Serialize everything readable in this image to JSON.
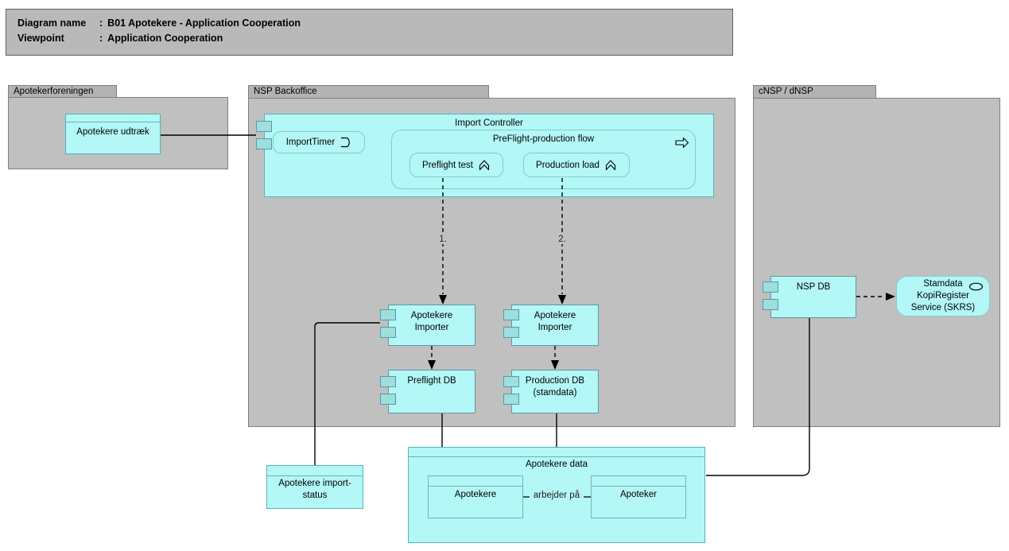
{
  "header": {
    "rows": [
      {
        "label": "Diagram name",
        "colon": ":",
        "value": "B01 Apotekere - Application Cooperation"
      },
      {
        "label": "Viewpoint",
        "colon": ":",
        "value": "Application Cooperation"
      }
    ]
  },
  "groups": {
    "apotekerforeningen": {
      "title": "Apotekerforeningen"
    },
    "nsp_backoffice": {
      "title": "NSP Backoffice"
    },
    "cnsp": {
      "title": "cNSP / dNSP"
    }
  },
  "nodes": {
    "apotekere_udtraek": {
      "label": "Apotekere udtræk"
    },
    "import_controller": {
      "label": "Import Controller"
    },
    "import_timer": {
      "label": "ImportTimer",
      "icon": "event-icon"
    },
    "preflight_flow": {
      "label": "PreFlight-production flow",
      "icon": "process-arrow-icon"
    },
    "preflight_test": {
      "label": "Preflight test",
      "icon": "function-chevron-icon"
    },
    "production_load": {
      "label": "Production load",
      "icon": "function-chevron-icon"
    },
    "apotekere_importer_1": {
      "label": "Apotekere\nImporter"
    },
    "apotekere_importer_2": {
      "label": "Apotekere\nImporter"
    },
    "preflight_db": {
      "label": "Preflight DB"
    },
    "production_db": {
      "label": "Production DB\n(stamdata)"
    },
    "nsp_db": {
      "label": "NSP DB"
    },
    "skrs_service": {
      "label": "Stamdata\nKopiRegister\nService (SKRS)",
      "icon": "service-ellipse-icon"
    },
    "apotekere_data": {
      "label": "Apotekere data"
    },
    "apotekere_object": {
      "label": "Apotekere"
    },
    "apoteker_object": {
      "label": "Apoteker"
    },
    "apotekere_import_status": {
      "label": "Apotekere import-\nstatus"
    }
  },
  "connectors": {
    "flow_1_label": "1.",
    "flow_2_label": "2.",
    "arbejder_label": "arbejder på"
  },
  "colors": {
    "node_fill": "#b3f7f7",
    "node_border": "#54b4b8",
    "group_fill": "#c0c0c0",
    "group_tab_fill": "#b3b3b3",
    "header_fill": "#b9b9b9",
    "line": "#000000"
  }
}
